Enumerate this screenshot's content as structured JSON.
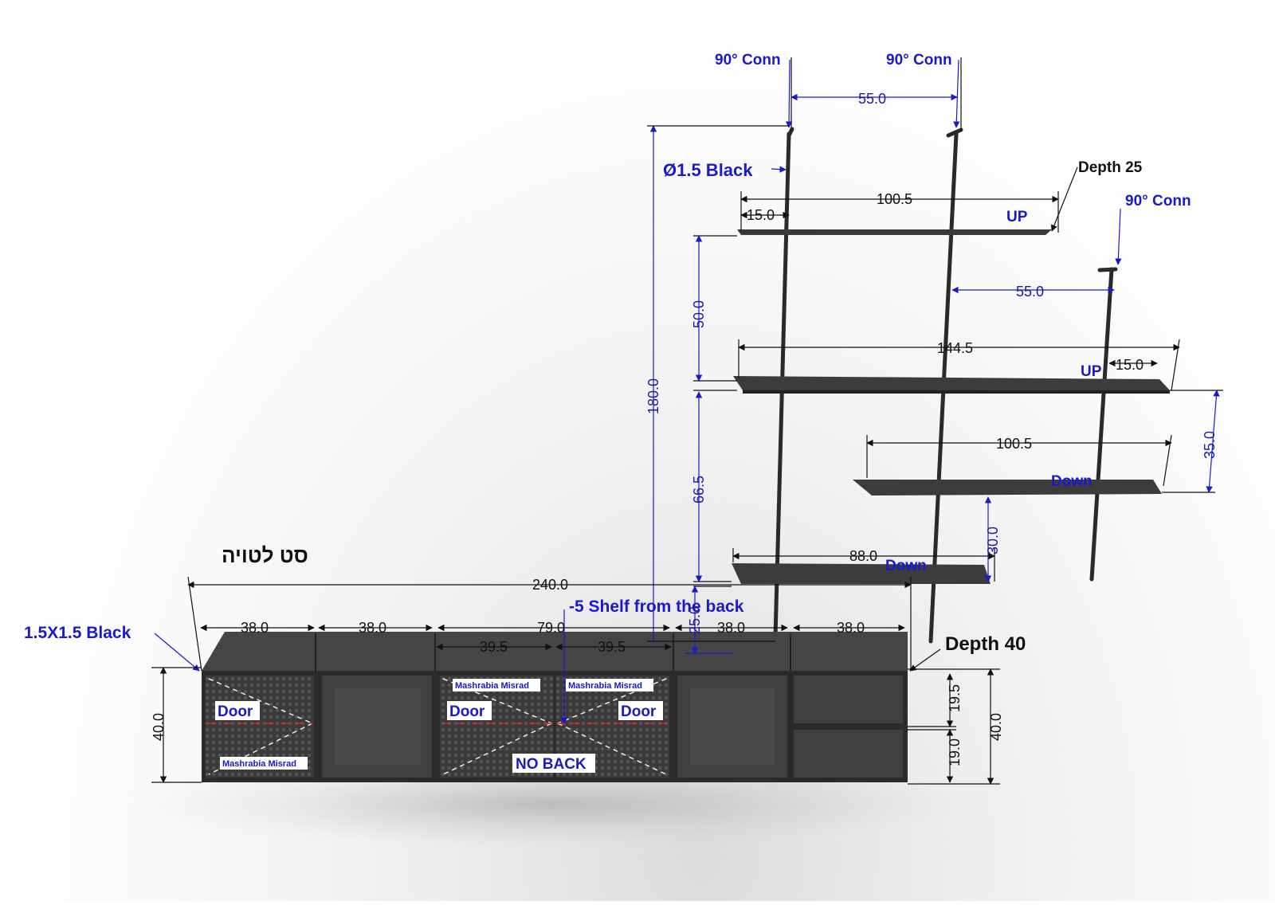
{
  "title": "סט לטויה",
  "labels": {
    "conn_1": "90° Conn",
    "conn_2": "90° Conn",
    "conn_3": "90° Conn",
    "rod_spec": "Ø1.5 Black",
    "depth_shelf": "Depth 25",
    "depth_cabinet": "Depth 40",
    "frame_spec": "1.5X1.5 Black",
    "shelf_note": "-5 Shelf from the back",
    "up_1": "UP",
    "up_2": "UP",
    "down_1": "Down",
    "down_2": "Down",
    "door_1": "Door",
    "door_2": "Door",
    "door_3": "Door",
    "no_back": "NO BACK",
    "mash_1": "Mashrabia Misrad",
    "mash_2": "Mashrabia Misrad",
    "mash_3": "Mashrabia Misrad"
  },
  "dimensions": {
    "conn_gap_top": "55.0",
    "conn_gap_mid": "55.0",
    "shelf_top_width": "100.5",
    "shelf_top_offset": "15.0",
    "shelf_mid_width": "144.5",
    "shelf_mid_offset": "15.0",
    "shelf_down_width": "100.5",
    "shelf_low_width": "88.0",
    "total_height": "180.0",
    "gap_upper": "50.0",
    "gap_lower": "66.5",
    "gap_bottom": "25.0",
    "drop_right": "35.0",
    "drop_low": "30.0",
    "cabinet_width": "240.0",
    "bay_1": "38.0",
    "bay_2": "38.0",
    "bay_3": "79.0",
    "bay_3a": "39.5",
    "bay_3b": "39.5",
    "bay_4": "38.0",
    "bay_5": "38.0",
    "cab_height_left": "40.0",
    "cab_height_right": "40.0",
    "drawer_top": "19.5",
    "drawer_bottom": "19.0"
  }
}
